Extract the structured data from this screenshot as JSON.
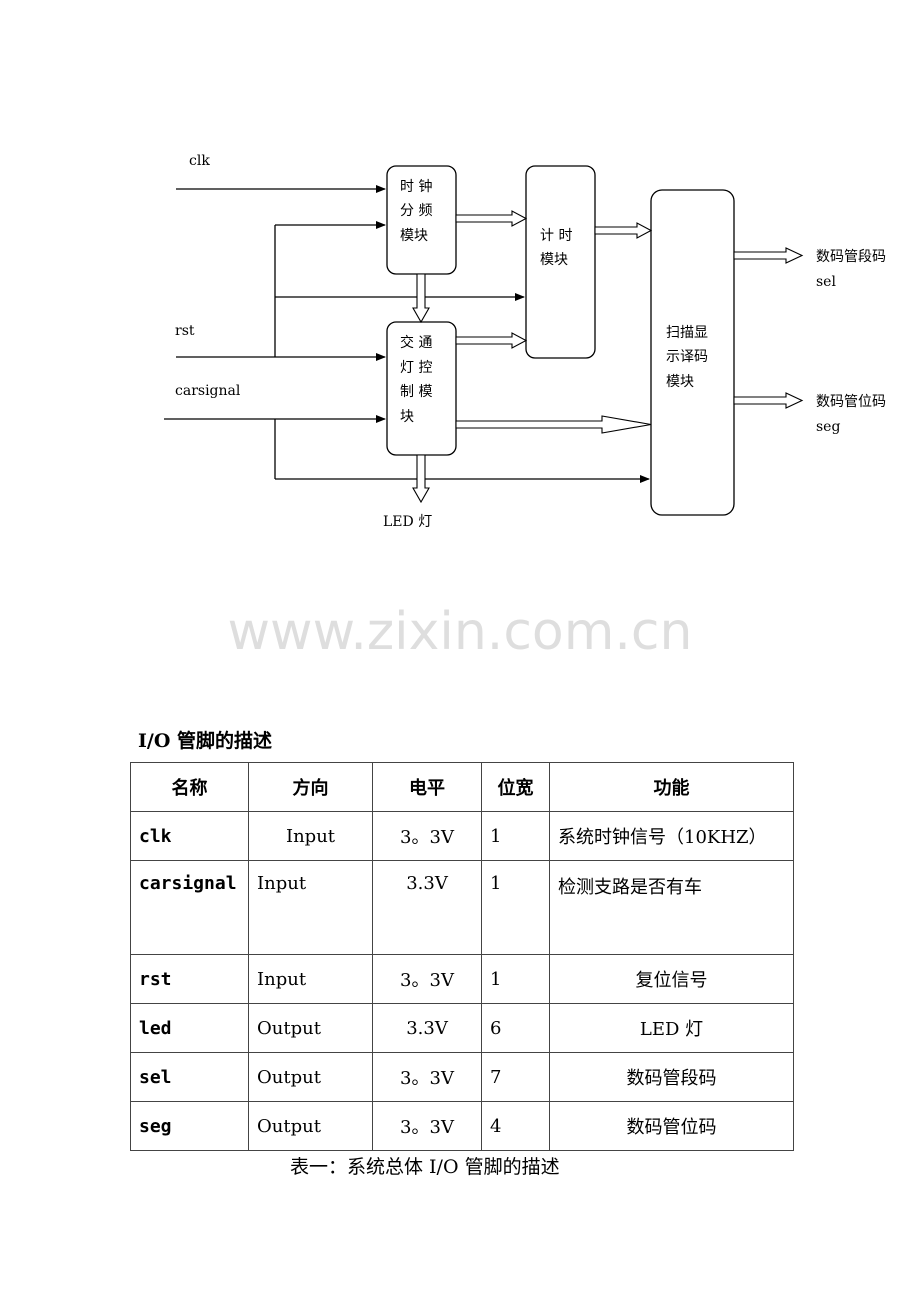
{
  "diagram": {
    "inputs": {
      "clk": "clk",
      "rst": "rst",
      "carsignal": "carsignal"
    },
    "blocks": {
      "clock_divider": [
        "时 钟",
        "分 频",
        "模块"
      ],
      "timer": [
        "计 时",
        "模块"
      ],
      "traffic_ctrl": [
        "交 通",
        "灯 控",
        "制 模",
        "块"
      ],
      "scan_display": [
        "扫描显",
        "示译码",
        "模块"
      ]
    },
    "outputs": {
      "led": "LED 灯",
      "seg_code": [
        "数码管段码",
        "sel"
      ],
      "pos_code": [
        "数码管位码",
        "seg"
      ]
    }
  },
  "watermark": "www.zixin.com.cn",
  "section_title": "I/O 管脚的描述",
  "table": {
    "headers": [
      "名称",
      "方向",
      "电平",
      "位宽",
      "功能"
    ],
    "rows": [
      [
        "clk",
        "Input",
        "3。3V",
        "1",
        "系统时钟信号（10KHZ）"
      ],
      [
        "carsignal",
        "Input",
        "3.3V",
        "1",
        "检测支路是否有车"
      ],
      [
        "rst",
        "Input",
        "3。3V",
        "1",
        "复位信号"
      ],
      [
        "led",
        "Output",
        "3.3V",
        "6",
        "LED 灯"
      ],
      [
        "sel",
        "Output",
        "3。3V",
        "7",
        "数码管段码"
      ],
      [
        "seg",
        "Output",
        "3。3V",
        "4",
        "数码管位码"
      ]
    ]
  },
  "caption": "表一：系统总体 I/O 管脚的描述"
}
